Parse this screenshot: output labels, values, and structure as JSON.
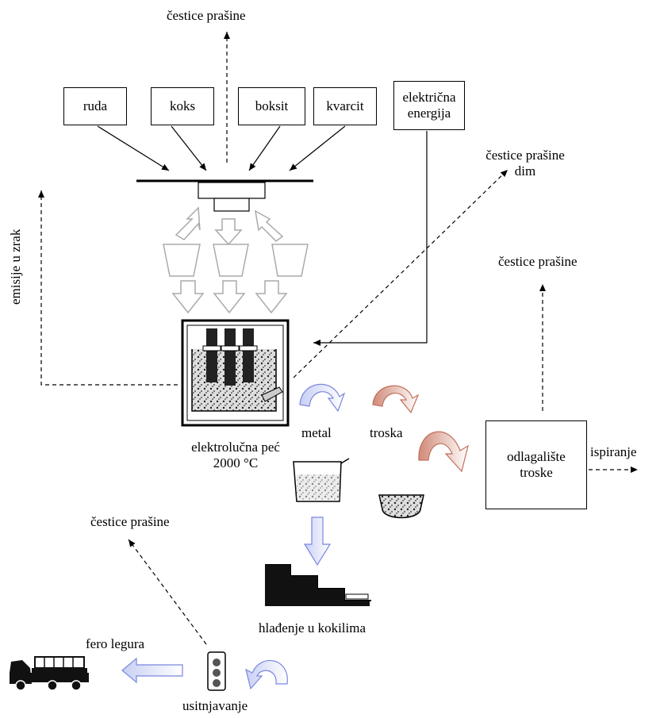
{
  "inputs": {
    "ruda": "ruda",
    "koks": "koks",
    "boksit": "boksit",
    "kvarcit": "kvarcit",
    "energy_line1": "električna",
    "energy_line2": "energija"
  },
  "emissions": {
    "top_dust": "čestice prašine",
    "dust_smoke_line1": "čestice prašine",
    "dust_smoke_line2": "dim",
    "right_dust": "čestice prašine",
    "air_emissions": "emisije u zrak",
    "bottom_dust": "čestice prašine"
  },
  "furnace": {
    "line1": "elektrolučna peć",
    "line2": "2000 °C"
  },
  "products": {
    "metal": "metal",
    "slag": "troska"
  },
  "slag_dump": {
    "line1": "odlagalište",
    "line2": "troske",
    "leaching": "ispiranje"
  },
  "processing": {
    "cooling": "hlađenje u kokilima",
    "ferroalloy": "fero legura",
    "crushing": "usitnjavanje"
  },
  "colors": {
    "blue_arrow": "#7a86e0",
    "red_arrow": "#c0705a",
    "gray_arrow": "#b0b0b0"
  }
}
